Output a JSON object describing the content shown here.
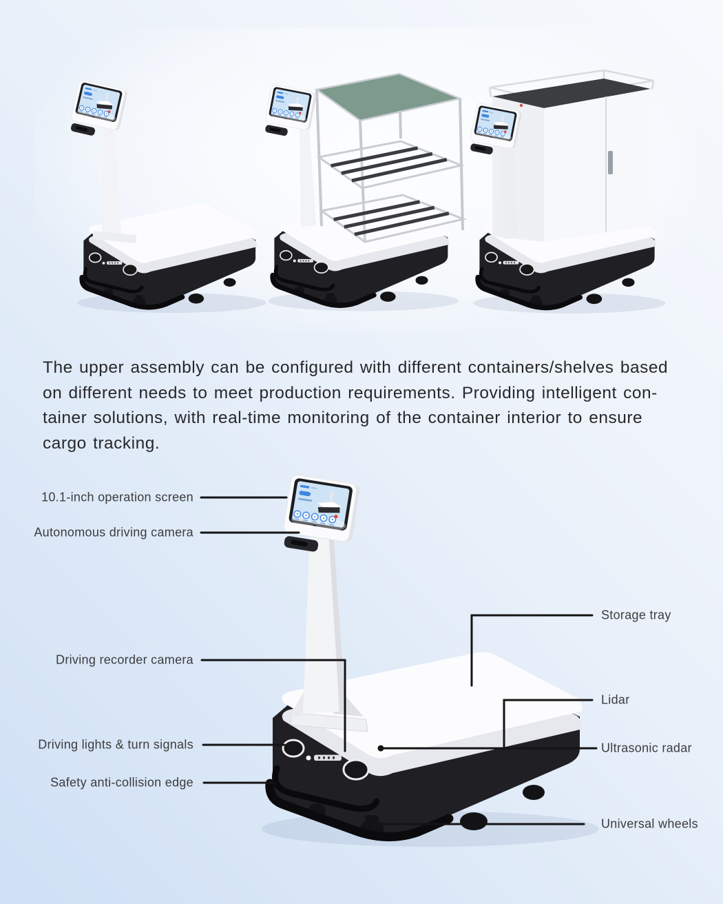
{
  "description": {
    "lines": [
      "The upper assembly can be configured with different containers/shelves based",
      "on different needs to meet production requirements. Providing intelligent con-",
      "tainer solutions, with real-time monitoring of the container interior to ensure",
      "cargo tracking."
    ]
  },
  "callouts": {
    "left": [
      "10.1-inch operation screen",
      "Autonomous driving camera",
      "Driving recorder camera",
      "Driving lights & turn signals",
      "Safety anti-collision edge"
    ],
    "right": [
      "Storage tray",
      "Lidar",
      "Ultrasonic radar",
      "Universal wheels"
    ]
  },
  "figures": {
    "left": "robot-with-operation-screen",
    "middle": "robot-with-shelf-rack",
    "right": "robot-with-storage-cabinet",
    "diagram": "robot-feature-diagram"
  },
  "colors": {
    "background_top": "#f7fafd",
    "background_bottom": "#cfe0f5",
    "callout_line": "#141414",
    "label_text": "#3c3c3e",
    "body_text": "#28282b",
    "deck_white": "#fcfcfe",
    "chassis_black": "#202024",
    "screen_blue": "#cfe3f6",
    "screen_accent": "#3f86dd",
    "shelf_green": "#7e9a8c",
    "frame_silver": "#c9cdd2",
    "alert_red": "#e24a3e"
  }
}
